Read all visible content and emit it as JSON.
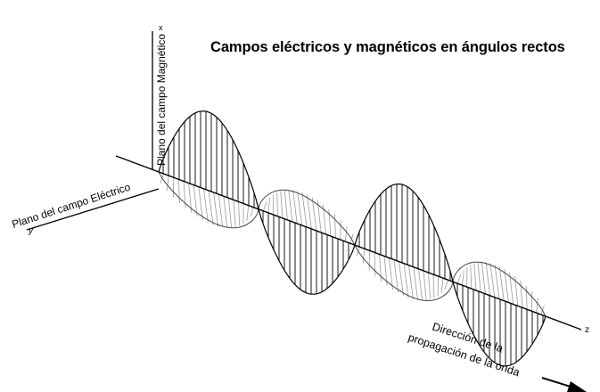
{
  "title": "Campos eléctricos y magnéticos en ángulos rectos",
  "axes": {
    "x": "x",
    "y": "y",
    "z": "z"
  },
  "labels": {
    "magnetic_plane": "Plano del campo Magnético",
    "electric_plane": "Plano del campo Eléctrico",
    "direction_line1": "Dirección de la",
    "direction_line2": "propagación de la onda"
  },
  "colors": {
    "ink": "#000000",
    "hatch": "#9a9a9a",
    "background": "#ffffff"
  },
  "icons": {
    "direction_arrow": "arrow-icon"
  }
}
